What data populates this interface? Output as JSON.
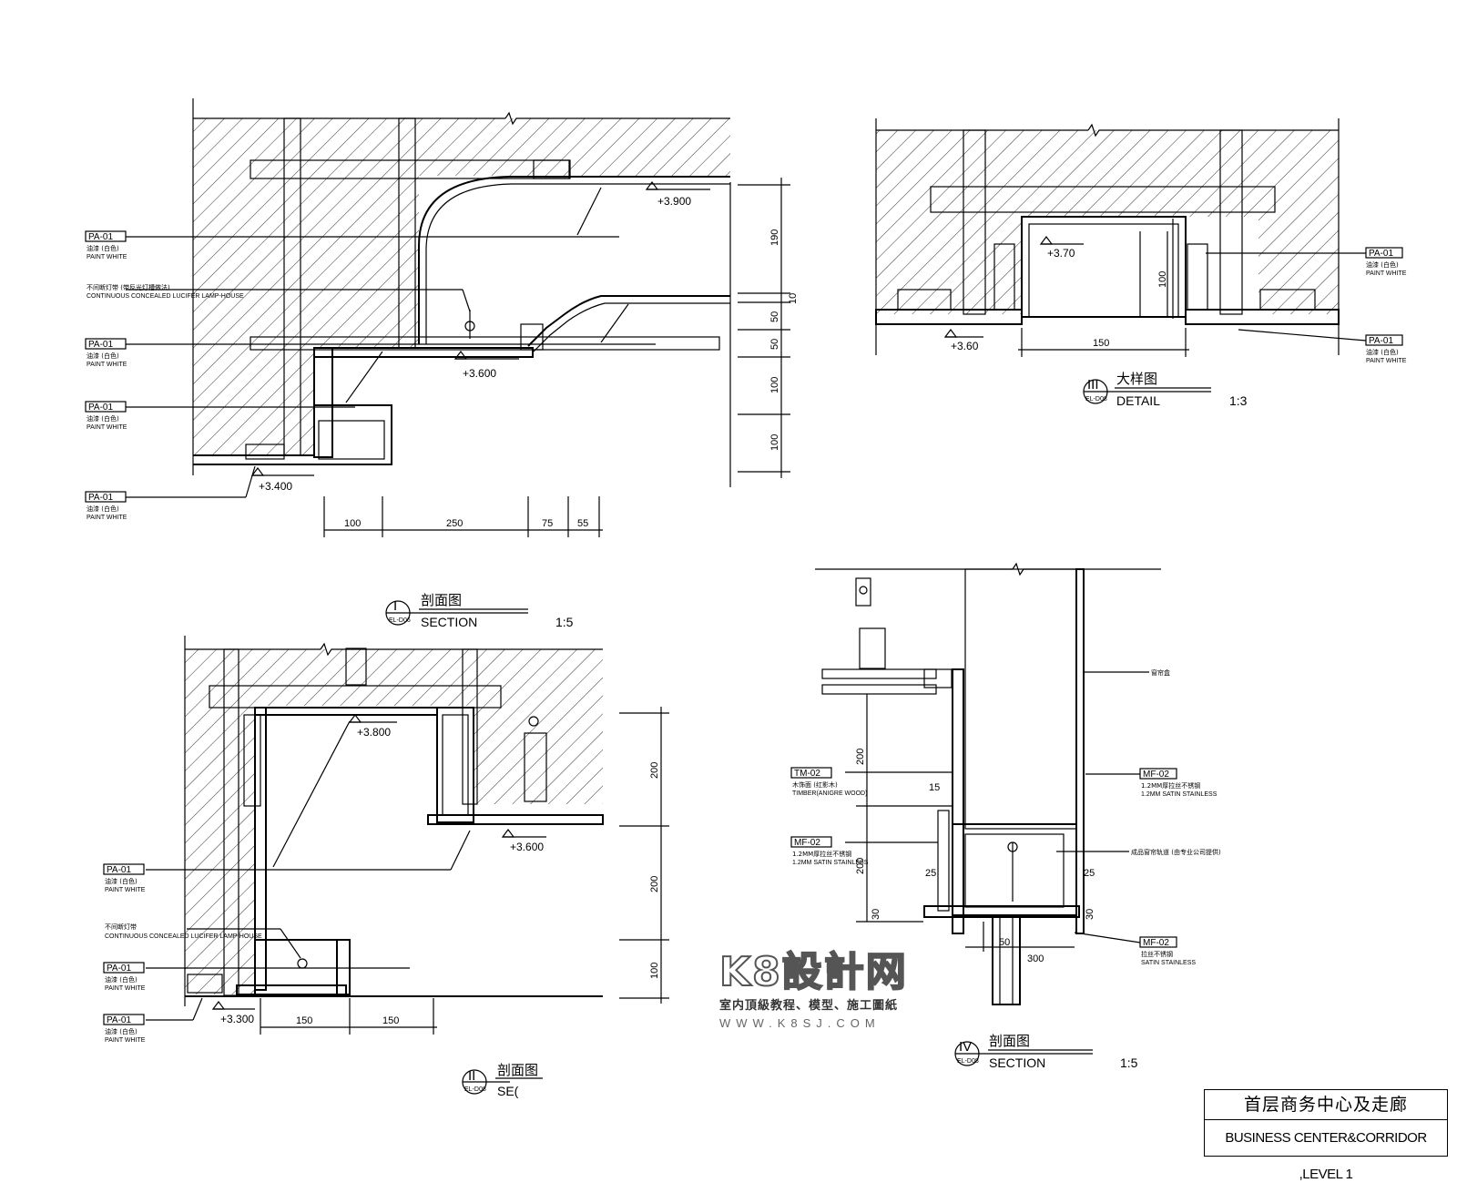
{
  "drawing": {
    "title_cn": "首层商务中心及走廊",
    "title_en": "BUSINESS CENTER&CORRIDOR ,LEVEL 1"
  },
  "watermark": {
    "logo": "K8設計网",
    "subtitle": "室内頂級教程、模型、施工圖紙",
    "url": "WWW.K8SJ.COM"
  },
  "section_I": {
    "number": "I",
    "ref": "EL-D06",
    "title_cn": "剖面图",
    "title_en": "SECTION",
    "scale": "1:5",
    "levels": [
      "+3.900",
      "+3.600",
      "+3.400"
    ],
    "tags": [
      {
        "code": "PA-01",
        "cn": "油漆 (白色)",
        "en": "PAINT WHITE"
      },
      {
        "code": "",
        "cn": "不间断灯带 (带反光灯槽做法)",
        "en": "CONTINUOUS CONCEALED LUCIFER LAMP-HOUSE"
      },
      {
        "code": "PA-01",
        "cn": "油漆 (白色)",
        "en": "PAINT WHITE"
      },
      {
        "code": "PA-01",
        "cn": "油漆 (白色)",
        "en": "PAINT WHITE"
      },
      {
        "code": "PA-01",
        "cn": "油漆 (白色)",
        "en": "PAINT WHITE"
      }
    ],
    "v_dims": [
      "190",
      "10",
      "50",
      "50",
      "100",
      "100"
    ],
    "h_dims": [
      "100",
      "250",
      "75",
      "55"
    ]
  },
  "section_II": {
    "number": "II",
    "ref": "EL-D08",
    "title_cn": "剖面图",
    "title_en": "SE(",
    "levels": [
      "+3.800",
      "+3.600",
      "+3.300"
    ],
    "tags": [
      {
        "code": "PA-01",
        "cn": "油漆 (白色)",
        "en": "PAINT WHITE"
      },
      {
        "code": "",
        "cn": "不间断灯带",
        "en": "CONTINUOUS CONCEALED LUCIFER LAMP-HOUSE"
      },
      {
        "code": "PA-01",
        "cn": "油漆 (白色)",
        "en": "PAINT WHITE"
      },
      {
        "code": "PA-01",
        "cn": "油漆 (白色)",
        "en": "PAINT WHITE"
      }
    ],
    "v_dims": [
      "200",
      "200",
      "100"
    ],
    "h_dims": [
      "150",
      "150"
    ]
  },
  "section_III": {
    "number": "III",
    "ref": "EL-D08",
    "title_cn": "大样图",
    "title_en": "DETAIL",
    "scale": "1:3",
    "levels": [
      "+3.70",
      "+3.60"
    ],
    "tags": [
      {
        "code": "PA-01",
        "cn": "油漆 (白色)",
        "en": "PAINT WHITE"
      },
      {
        "code": "PA-01",
        "cn": "油漆 (白色)",
        "en": "PAINT WHITE"
      }
    ],
    "dims": [
      "100",
      "150"
    ]
  },
  "section_IV": {
    "number": "IV",
    "ref": "EL-D08",
    "title_cn": "剖面图",
    "title_en": "SECTION",
    "scale": "1:5",
    "tags": [
      {
        "code": "TM-02",
        "cn": "木饰面 (红影木)",
        "en": "TIMBER(ANIGRE WOOD)"
      },
      {
        "code": "MF-02",
        "cn": "1.2MM厚拉丝不锈钢",
        "en": "1.2MM SATIN STAINLESS"
      },
      {
        "code": "MF-02",
        "cn": "1.2MM厚拉丝不锈钢",
        "en": "1.2MM SATIN STAINLESS"
      },
      {
        "code": "MF-02",
        "cn": "拉丝不锈钢",
        "en": "SATIN STAINLESS"
      }
    ],
    "notes": [
      "窗帘盒",
      "成品窗帘轨道 (由专业公司提供)"
    ],
    "dims": [
      "200",
      "15",
      "200",
      "25",
      "25",
      "30",
      "30",
      "50",
      "300"
    ]
  }
}
